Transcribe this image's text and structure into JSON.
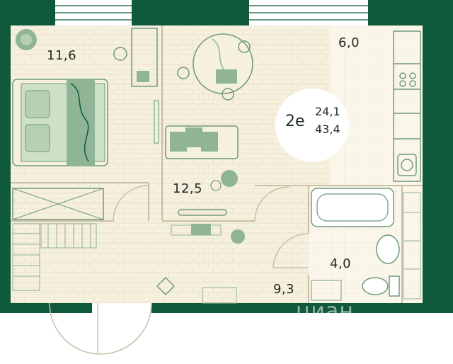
{
  "plan": {
    "colors": {
      "wall": "#0f5a3a",
      "floor": "#f6f0df",
      "tile": "#fbf6ea",
      "line": "#c9bfa6",
      "accent_green": "#8fb596",
      "dark_green": "#0f5a3a"
    },
    "rooms": {
      "bedroom_area": "11,6",
      "living_area": "12,5",
      "kitchen_area": "6,0",
      "bathroom_area": "4,0",
      "hall_area": "9,3"
    },
    "badge": {
      "type_code": "2е",
      "living_area": "24,1",
      "total_area": "43,4"
    },
    "watermark": "циан"
  }
}
